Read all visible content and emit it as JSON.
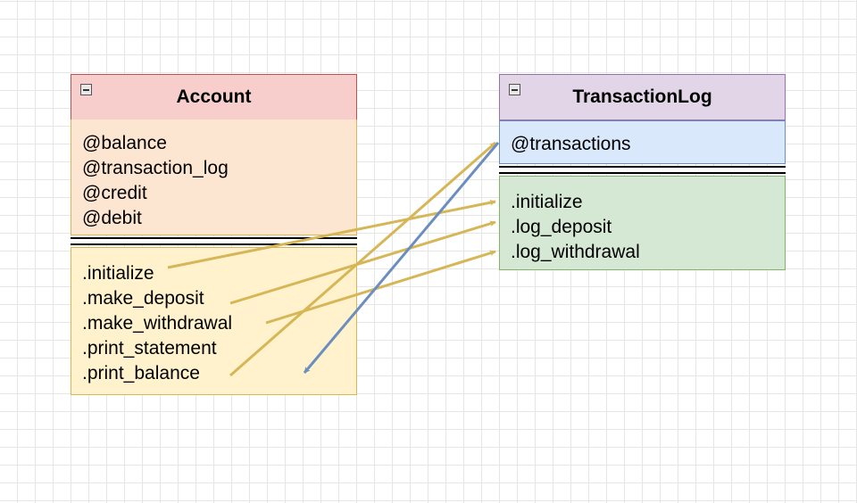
{
  "colors": {
    "account_header_fill": "#f8cecc",
    "account_header_stroke": "#b85450",
    "account_fields_fill": "#fce6d2",
    "account_methods_fill": "#fff2cc",
    "account_stroke": "#d6b656",
    "log_header_fill": "#e1d5e7",
    "log_header_stroke": "#9673a6",
    "log_fields_fill": "#dae8fc",
    "log_fields_stroke": "#6c8ebf",
    "log_methods_fill": "#d5e8d4",
    "log_methods_stroke": "#82b366",
    "arrow_gold": "#d6b656",
    "arrow_blue": "#6c8ebf"
  },
  "account": {
    "title": "Account",
    "collapse_icon": "minus-square-icon",
    "fields": [
      "@balance",
      "@transaction_log",
      "@credit",
      "@debit"
    ],
    "methods": [
      ".initialize",
      ".make_deposit",
      ".make_withdrawal",
      ".print_statement",
      ".print_balance"
    ]
  },
  "transaction_log": {
    "title": "TransactionLog",
    "collapse_icon": "minus-square-icon",
    "fields": [
      "@transactions"
    ],
    "methods": [
      ".initialize",
      ".log_deposit",
      ".log_withdrawal"
    ]
  },
  "edges": [
    {
      "from": "Account.initialize",
      "to": "TransactionLog.initialize",
      "color": "gold"
    },
    {
      "from": "Account.make_deposit",
      "to": "TransactionLog.log_deposit",
      "color": "gold"
    },
    {
      "from": "Account.make_withdrawal",
      "to": "TransactionLog.log_withdrawal",
      "color": "gold"
    },
    {
      "from": "Account.print_balance",
      "to": "TransactionLog.transactions",
      "color": "gold"
    },
    {
      "from": "TransactionLog.transactions",
      "to": "Account.print_balance",
      "color": "blue"
    }
  ]
}
